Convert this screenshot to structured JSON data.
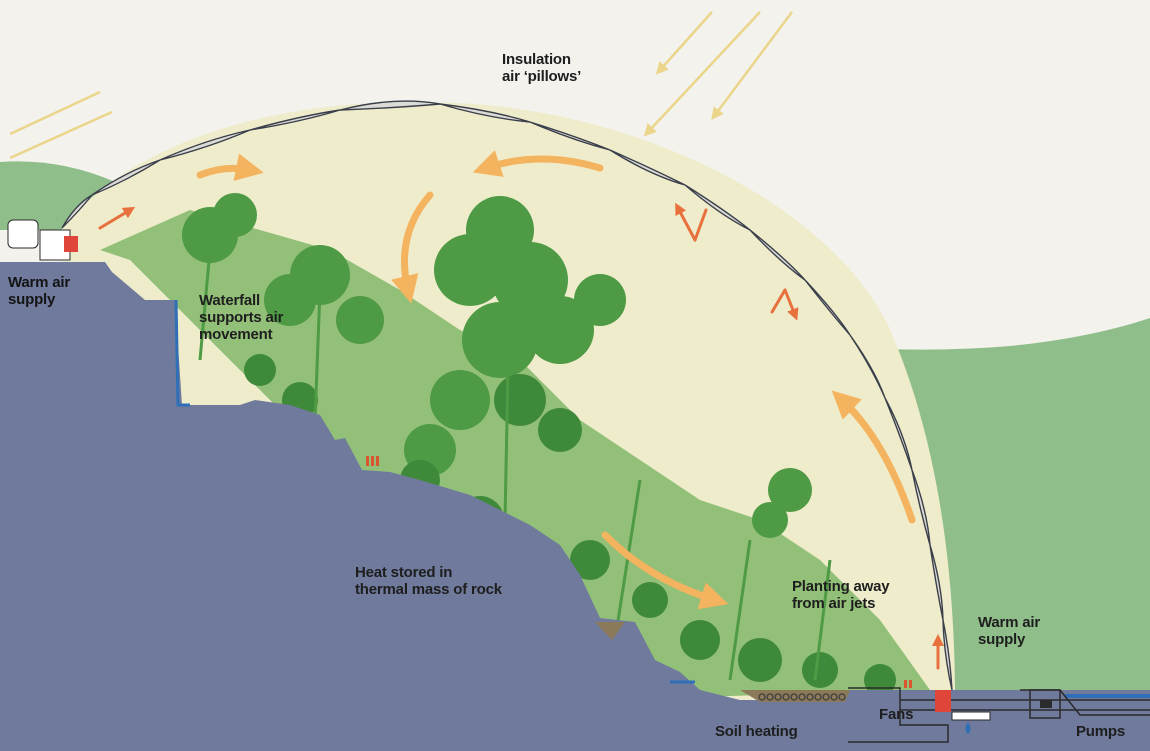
{
  "diagram": {
    "labels": {
      "insulation": "Insulation\nair ‘pillows’",
      "warm_air_left": "Warm air\nsupply",
      "waterfall": "Waterfall\nsupports air\nmovement",
      "heat_stored": "Heat stored in\nthermal mass of rock",
      "planting": "Planting away\nfrom air jets",
      "warm_air_right": "Warm air\nsupply",
      "fans": "Fans",
      "soil_heating": "Soil heating",
      "pumps": "Pumps"
    },
    "colors": {
      "sky": "#f3f2ec",
      "dome_air": "#efeccc",
      "rock": "#6f7a9c",
      "hills": "#8fbe8a",
      "vegetation_dark": "#4e9a45",
      "vegetation_light": "#82b868",
      "arrow_warm": "#f4b35e",
      "arrow_hot": "#e8703c",
      "water": "#2f6fb8",
      "pillow_stroke": "#3a3f4a"
    }
  }
}
